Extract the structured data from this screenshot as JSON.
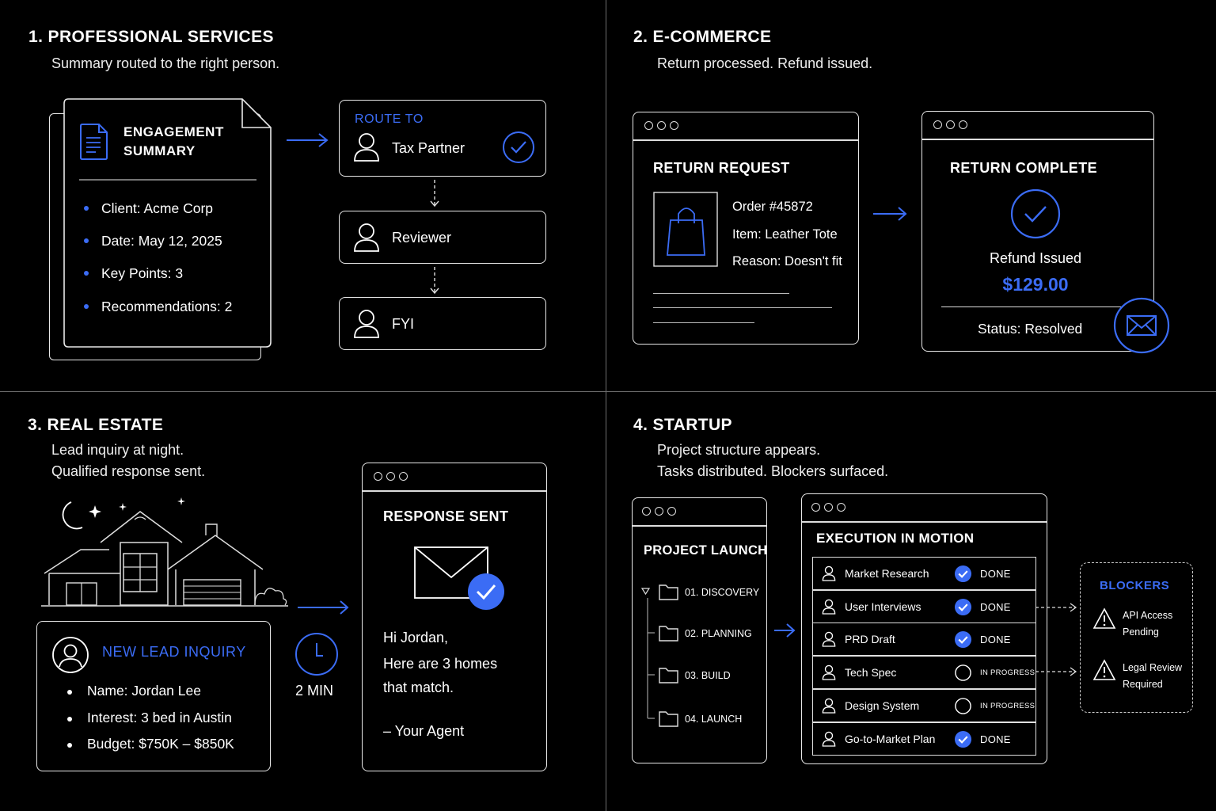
{
  "colors": {
    "accent": "#3b6cf5",
    "line": "#e8e8e8",
    "background": "#000000"
  },
  "q1": {
    "title": "1.  PROFESSIONAL SERVICES",
    "subtitle": "Summary routed to the right person.",
    "doc_title_1": "ENGAGEMENT",
    "doc_title_2": "SUMMARY",
    "items": [
      "Client: Acme Corp",
      "Date: May 12, 2025",
      "Key Points: 3",
      "Recommendations: 2"
    ],
    "route_to": "ROUTE TO",
    "recipients": [
      "Tax Partner",
      "Reviewer",
      "FYI"
    ]
  },
  "q2": {
    "title": "2.  E-COMMERCE",
    "subtitle": "Return processed. Refund issued.",
    "request_title": "RETURN REQUEST",
    "order": "Order #45872",
    "item": "Item: Leather Tote",
    "reason": "Reason: Doesn't fit",
    "complete_title": "RETURN COMPLETE",
    "refund_label": "Refund Issued",
    "refund_amount": "$129.00",
    "status": "Status: Resolved"
  },
  "q3": {
    "title": "3.  REAL ESTATE",
    "subtitle_1": "Lead inquiry at night.",
    "subtitle_2": "Qualified response sent.",
    "lead_title": "NEW LEAD INQUIRY",
    "lead_items": [
      "Name: Jordan Lee",
      "Interest: 3 bed in Austin",
      "Budget: $750K – $850K"
    ],
    "time": "2 MIN",
    "response_title": "RESPONSE SENT",
    "msg_1": "Hi Jordan,",
    "msg_2": "Here are 3 homes",
    "msg_3": "that match.",
    "signature": "– Your Agent"
  },
  "q4": {
    "title": "4.  STARTUP",
    "subtitle_1": "Project structure appears.",
    "subtitle_2": "Tasks distributed. Blockers surfaced.",
    "project_title": "PROJECT LAUNCH",
    "phases": [
      "01. DISCOVERY",
      "02. PLANNING",
      "03. BUILD",
      "04. LAUNCH"
    ],
    "exec_title": "EXECUTION IN MOTION",
    "tasks": [
      {
        "name": "Market Research",
        "status": "DONE",
        "done": true
      },
      {
        "name": "User Interviews",
        "status": "DONE",
        "done": true
      },
      {
        "name": "PRD Draft",
        "status": "DONE",
        "done": true
      },
      {
        "name": "Tech Spec",
        "status": "IN PROGRESS",
        "done": false
      },
      {
        "name": "Design System",
        "status": "IN PROGRESS",
        "done": false
      },
      {
        "name": "Go-to-Market Plan",
        "status": "DONE",
        "done": true
      }
    ],
    "blockers_title": "BLOCKERS",
    "blocker_1a": "API Access",
    "blocker_1b": "Pending",
    "blocker_2a": "Legal Review",
    "blocker_2b": "Required"
  }
}
